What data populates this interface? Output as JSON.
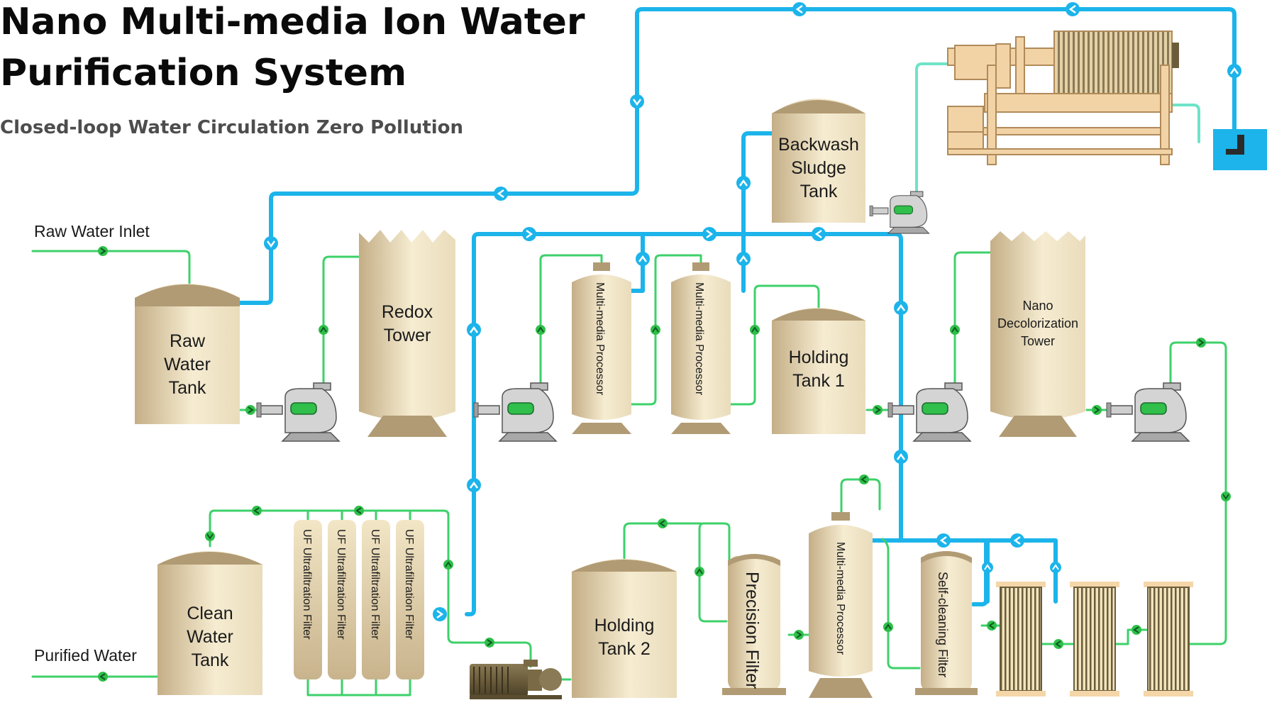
{
  "title": {
    "line1": "Nano Multi-media Ion Water",
    "line2": "Purification System",
    "subtitle": "Closed-loop Water Circulation Zero Pollution"
  },
  "io_labels": {
    "raw_water_inlet": "Raw Water Inlet",
    "purified_water": "Purified Water"
  },
  "components": {
    "raw_water_tank": [
      "Raw",
      "Water",
      "Tank"
    ],
    "redox_tower": [
      "Redox",
      "Tower"
    ],
    "multimedia_processor_1": "Multi-media Processor",
    "multimedia_processor_2": "Multi-media Processor",
    "multimedia_processor_3": "Multi-media Processor",
    "backwash_sludge_tank": [
      "Backwash",
      "Sludge",
      "Tank"
    ],
    "holding_tank_1": [
      "Holding",
      "Tank 1"
    ],
    "holding_tank_2": [
      "Holding",
      "Tank 2"
    ],
    "nano_decolorization_tower": [
      "Nano",
      "Decolorization",
      "Tower"
    ],
    "clean_water_tank": [
      "Clean",
      "Water",
      "Tank"
    ],
    "uf_filter_1": "UF Ultrafiltration Filter",
    "uf_filter_2": "UF Ultrafiltration Filter",
    "uf_filter_3": "UF Ultrafiltration Filter",
    "uf_filter_4": "UF Ultrafiltration Filter",
    "precision_filter": "Precision Filter",
    "self_cleaning_filter": "Self-cleaning Filter"
  },
  "colors": {
    "blue_pipe": "#1cb4ea",
    "green_pipe": "#3dd16a",
    "teal_pipe": "#6fe3c7",
    "tank_top": "#b19b74",
    "tank_body_light": "#f6ecd2",
    "tank_body_dark": "#c8b38c",
    "pump_grey": "#c9c9c9",
    "pump_green": "#2fbf4a"
  }
}
